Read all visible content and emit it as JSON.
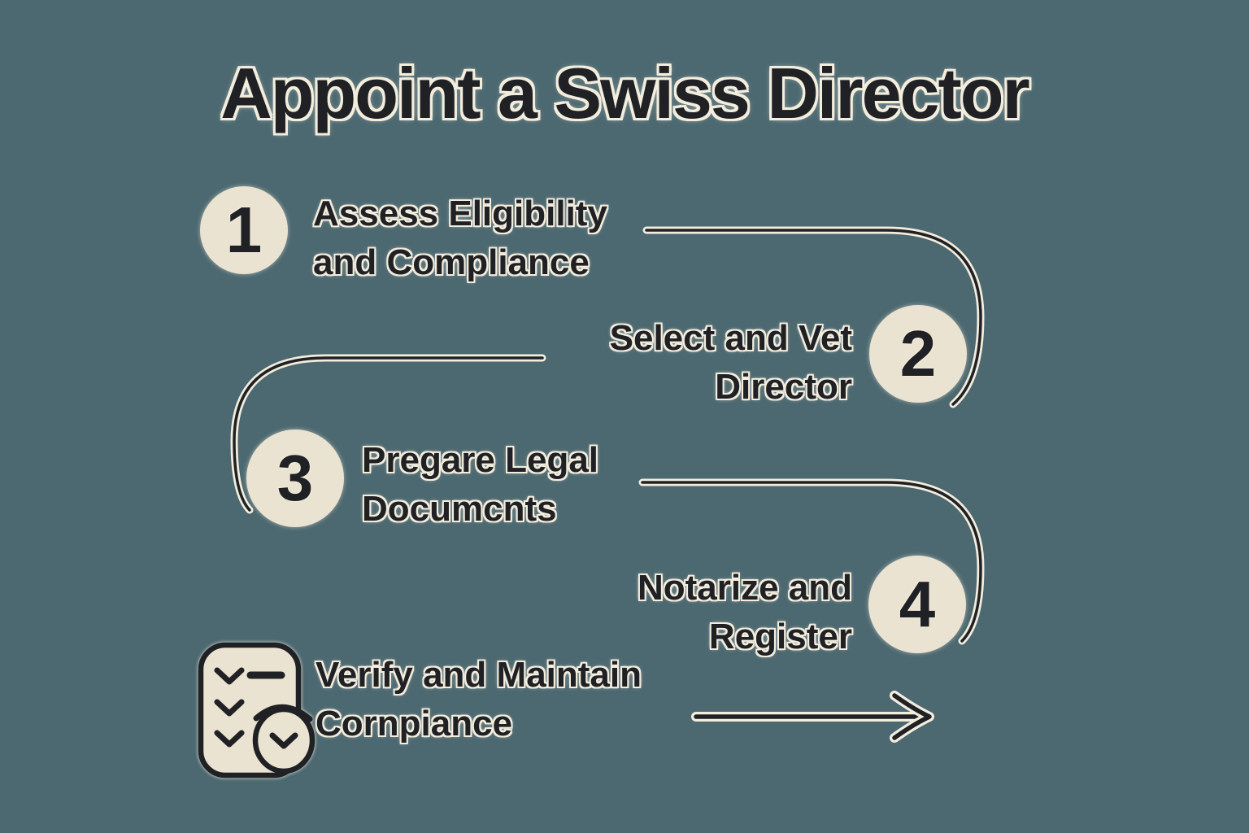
{
  "colors": {
    "background": "#4c6870",
    "cream": "#ebe3d1",
    "ink": "#202125",
    "halo": "#f3edde"
  },
  "title": "Appoint a Swiss Director",
  "steps": [
    {
      "number": "1",
      "line1": "Assess Eligibility",
      "line2": "and Compliance"
    },
    {
      "number": "2",
      "line1": "Select and Vet",
      "line2": "Director"
    },
    {
      "number": "3",
      "line1": "Pregare Legal",
      "line2": "Documcnts"
    },
    {
      "number": "4",
      "line1": "Notarize and",
      "line2": "Register"
    },
    {
      "icon": "checklist-icon",
      "line1": "Verify and Maintain",
      "line2": "Cornpiance"
    }
  ]
}
